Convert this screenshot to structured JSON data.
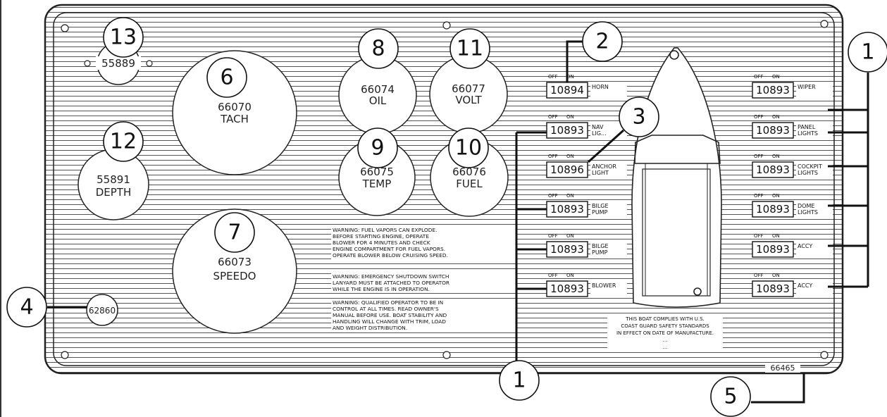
{
  "gauges": [
    {
      "number": "13",
      "label": "55889",
      "sublabel": ""
    },
    {
      "number": "6",
      "label": "66070",
      "sublabel": "TACH"
    },
    {
      "number": "8",
      "label": "66074",
      "sublabel": "OIL"
    },
    {
      "number": "11",
      "label": "66077",
      "sublabel": "VOLT"
    },
    {
      "number": "12",
      "label": "55891",
      "sublabel": "DEPTH"
    },
    {
      "number": "9",
      "label": "66075",
      "sublabel": "TEMP"
    },
    {
      "number": "10",
      "label": "66076",
      "sublabel": "FUEL"
    },
    {
      "number": "7",
      "label": "66073",
      "sublabel": "SPEEDO"
    }
  ],
  "item4": {
    "number": "4",
    "label": "62860"
  },
  "item5": {
    "number": "5",
    "label": "66465"
  },
  "item2": {
    "number": "2"
  },
  "item3": {
    "number": "3"
  },
  "item1": {
    "number": "1"
  },
  "off_label": "OFF",
  "on_label": "ON",
  "switches_left": [
    {
      "part": "10894",
      "label1": "HORN",
      "label2": ""
    },
    {
      "part": "10893",
      "label1": "NAV",
      "label2": "LIG..."
    },
    {
      "part": "10896",
      "label1": "ANCHOR",
      "label2": "LIGHT"
    },
    {
      "part": "10893",
      "label1": "BILGE",
      "label2": "PUMP"
    },
    {
      "part": "10893",
      "label1": "BILGE",
      "label2": "PUMP"
    },
    {
      "part": "10893",
      "label1": "BLOWER",
      "label2": ""
    }
  ],
  "switches_right": [
    {
      "part": "10893",
      "label1": "WIPER",
      "label2": ""
    },
    {
      "part": "10893",
      "label1": "PANEL",
      "label2": "LIGHTS"
    },
    {
      "part": "10893",
      "label1": "COCKPIT",
      "label2": "LIGHTS"
    },
    {
      "part": "10893",
      "label1": "DOME",
      "label2": "LIGHTS"
    },
    {
      "part": "10893",
      "label1": "ACCY",
      "label2": ""
    },
    {
      "part": "10893",
      "label1": "ACCY",
      "label2": ""
    }
  ],
  "warnings": [
    [
      "WARNING: FUEL VAPORS CAN EXPLODE.",
      "BEFORE STARTING ENGINE, OPERATE",
      "BLOWER FOR 4 MINUTES AND CHECK",
      "ENGINE COMPARTMENT FOR FUEL VAPORS.",
      "OPERATE BLOWER BELOW CRUISING SPEED."
    ],
    [
      "WARNING: EMERGENCY SHUTDOWN SWITCH",
      "LANYARD MUST BE ATTACHED TO OPERATOR",
      "WHILE THE ENGINE IS IN OPERATION."
    ],
    [
      "WARNING: QUALIFIED OPERATOR TO BE IN",
      "CONTROL AT ALL TIMES. READ OWNER'S",
      "MANUAL BEFORE USE. BOAT STABILITY AND",
      "HANDLING WILL CHANGE WITH TRIM, LOAD",
      "AND WEIGHT DISTRIBUTION."
    ]
  ],
  "compliance": [
    "THIS BOAT COMPLIES WITH U.S.",
    "COAST GUARD SAFETY STANDARDS",
    "IN EFFECT ON DATE OF MANUFACTURE.",
    "...",
    "..."
  ]
}
